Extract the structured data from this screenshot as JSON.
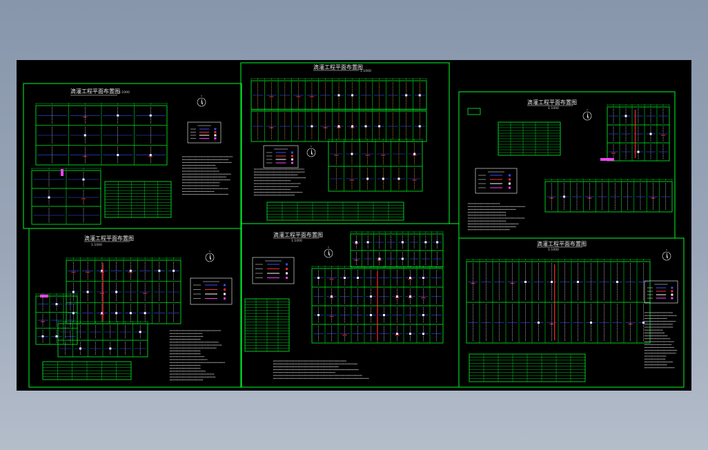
{
  "viewer": {
    "background_color": "#8796ab",
    "canvas_color": "#000000",
    "line_color": "#00ff2a",
    "accent_colors": [
      "#ff2a2a",
      "#3050ff",
      "#ffffff",
      "#ff40ff",
      "#ffd24a"
    ]
  },
  "sheets": [
    {
      "title": "滴灌工程平面布置图",
      "scale": "1:1000"
    },
    {
      "title": "滴灌工程平面布置图",
      "scale": "1:1000"
    },
    {
      "title": "滴灌工程平面布置图",
      "scale": "1:1000"
    },
    {
      "title": "滴灌工程平面布置图",
      "scale": "1:1000"
    },
    {
      "title": "滴灌工程平面布置图",
      "scale": "1:1000"
    },
    {
      "title": "滴灌工程平面布置图",
      "scale": "1:1000"
    }
  ],
  "icons": {
    "north_arrow": "north-arrow-icon"
  }
}
